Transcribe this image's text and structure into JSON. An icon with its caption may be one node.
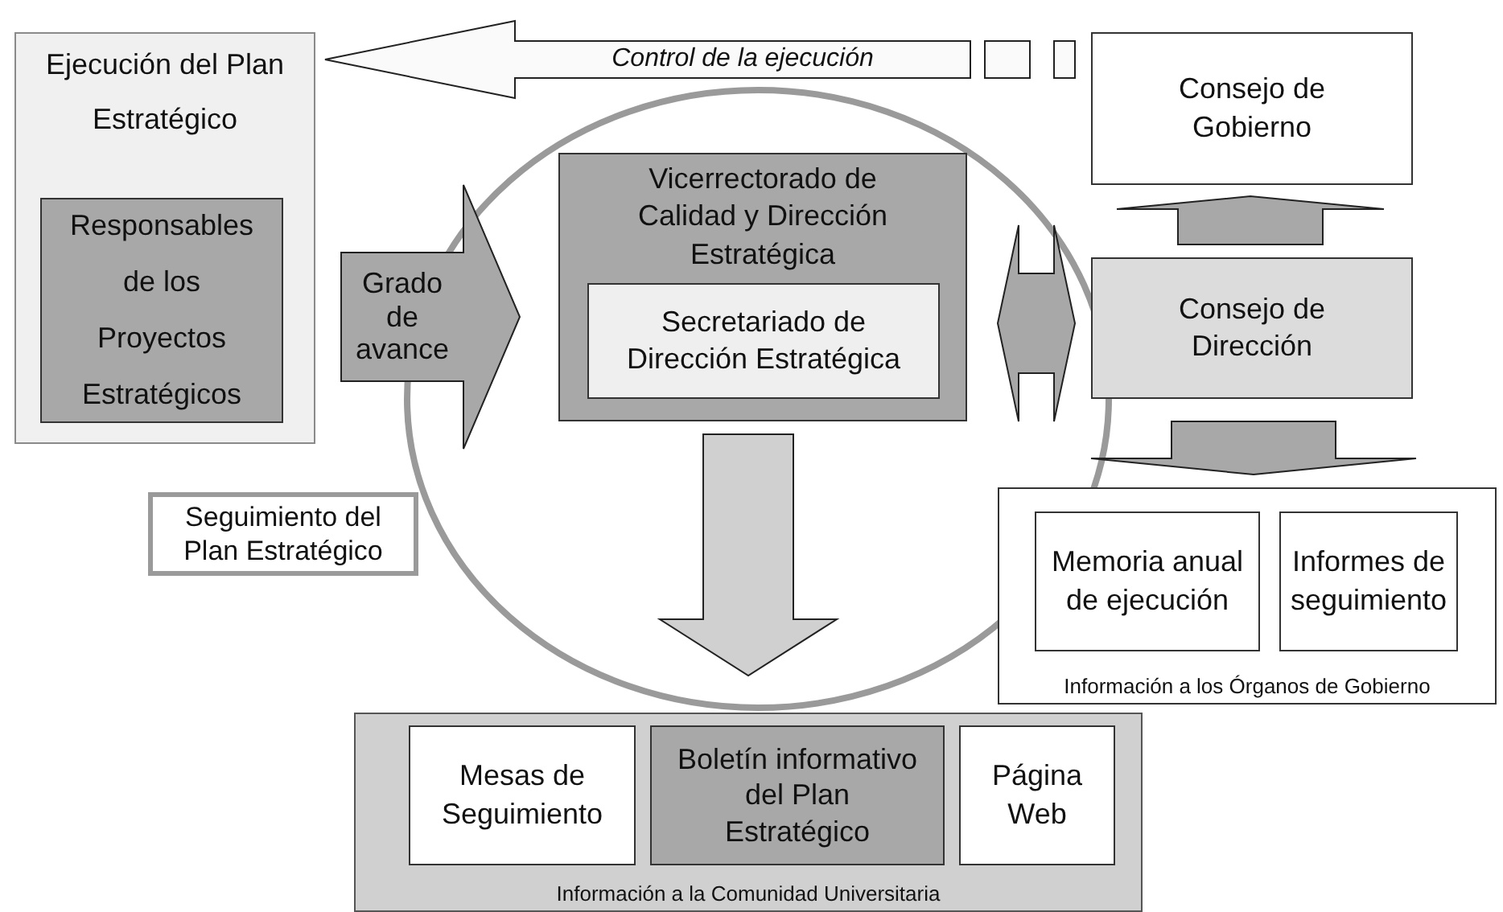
{
  "diagram": {
    "nodes": [
      {
        "text": [
          "Ejecución del Plan Estratégico"
        ]
      },
      {
        "text": [
          "Responsables de los Proyectos Estratégicos"
        ],
        "in": 0
      },
      {
        "text": [
          "Consejo de Gobierno"
        ]
      },
      {
        "text": [
          "Vicerrectorado de Calidad y Dirección Estratégica"
        ]
      },
      {
        "text": [
          "Secretariado de Dirección Estratégica"
        ],
        "in": 3
      },
      {
        "text": [
          "Consejo de Dirección"
        ]
      },
      {
        "text": [
          "Seguimiento del Plan Estratégico"
        ]
      },
      {
        "text": [
          "Información a los Órganos de Gobierno"
        ]
      },
      {
        "text": [
          "Memoria anual de ejecución"
        ],
        "in": 7
      },
      {
        "text": [
          "Informes de seguimiento"
        ],
        "in": 7
      },
      {
        "text": [
          "Información a la Comunidad Universitaria"
        ]
      },
      {
        "text": [
          "Mesas de Seguimiento"
        ],
        "in": 10
      },
      {
        "text": [
          "Boletín informativo del Plan Estratégico"
        ],
        "in": 10
      },
      {
        "text": [
          "Página Web"
        ],
        "in": 10
      }
    ],
    "edges": [
      {
        "from": 2,
        "to": 0,
        "arrow": "to",
        "label": "Control de la ejecución"
      },
      {
        "from": 0,
        "to": 3,
        "arrow": "to",
        "label": "Grado de avance"
      },
      {
        "from": 3,
        "to": 5,
        "arrow": "both"
      },
      {
        "from": 5,
        "to": 2,
        "arrow": "to"
      },
      {
        "from": 5,
        "to": 7,
        "arrow": "to"
      },
      {
        "from": 3,
        "to": 10,
        "arrow": "to"
      }
    ]
  }
}
